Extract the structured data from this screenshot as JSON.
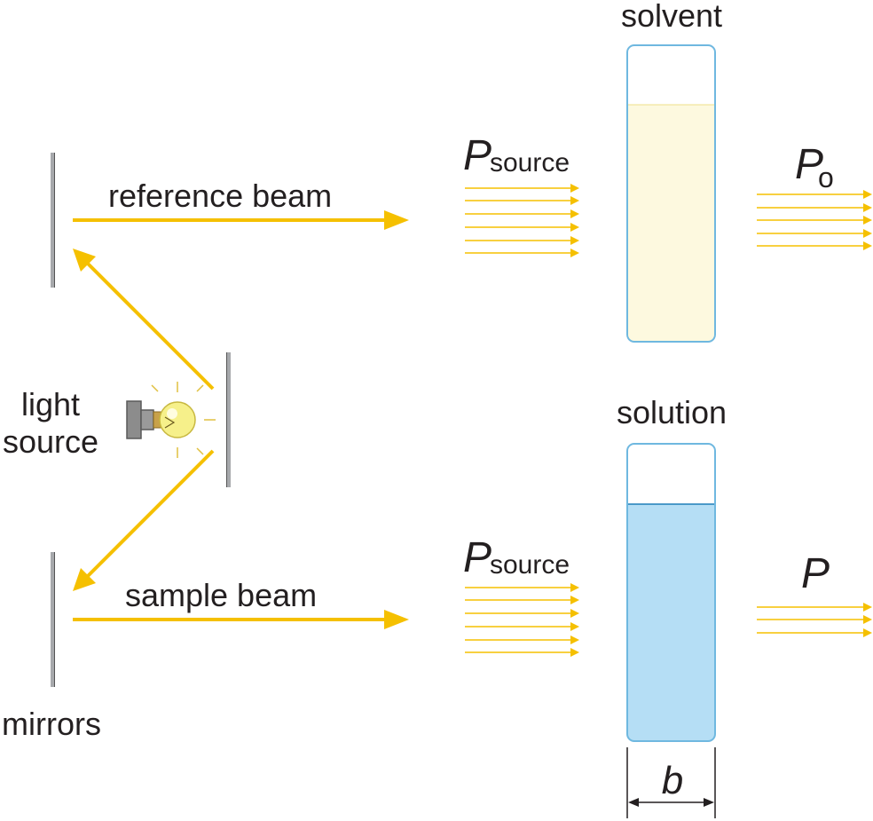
{
  "labels": {
    "solvent": "solvent",
    "solution": "solution",
    "reference_beam": "reference beam",
    "sample_beam": "sample beam",
    "light_source_line1": "light",
    "light_source_line2": "source",
    "mirrors": "mirrors",
    "p_source_top_main": "P",
    "p_source_top_sub": "source",
    "p_source_bottom_main": "P",
    "p_source_bottom_sub": "source",
    "p_zero_main": "P",
    "p_zero_sub": "o",
    "p_main": "P",
    "path_length": "b"
  },
  "colors": {
    "beam": "#f5c000",
    "mirror": "#a7a9ac",
    "cuvette_outline": "#6fb8e0",
    "solvent_fill": "#fdf9df",
    "solution_fill": "#b5def5",
    "text": "#231f20"
  }
}
